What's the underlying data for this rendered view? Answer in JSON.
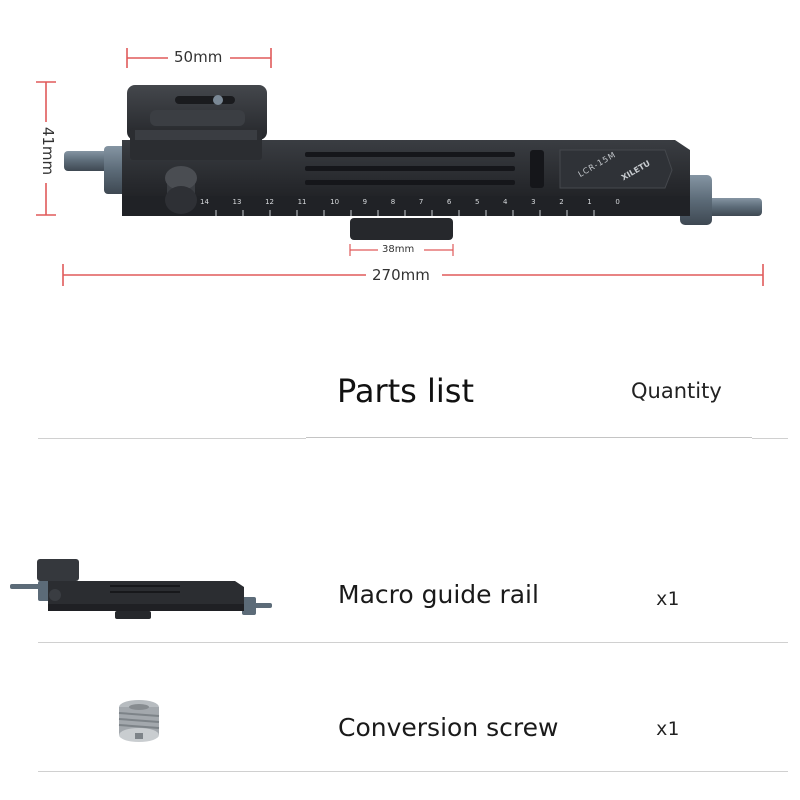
{
  "dimensions": {
    "width_top": "50mm",
    "height_left": "41mm",
    "clamp_width": "38mm",
    "total_length": "270mm"
  },
  "rail": {
    "brand": "XILETU",
    "model": "LCR-15M",
    "scale_ticks": [
      "14",
      "13",
      "12",
      "11",
      "10",
      "9",
      "8",
      "7",
      "6",
      "5",
      "4",
      "3",
      "2",
      "1",
      "0"
    ]
  },
  "table": {
    "header_name": "Parts list",
    "header_qty": "Quantity",
    "rows": [
      {
        "name": "Macro guide rail",
        "qty": "x1",
        "icon": "macro-rail-thumbnail"
      },
      {
        "name": "Conversion screw",
        "qty": "x1",
        "icon": "conversion-screw-thumbnail"
      }
    ]
  },
  "colors": {
    "dimension_line": "#e05a5a",
    "rail_body": "#2b2d31",
    "knob_metal": "#5c6b78",
    "divider": "#d0d0d0"
  }
}
